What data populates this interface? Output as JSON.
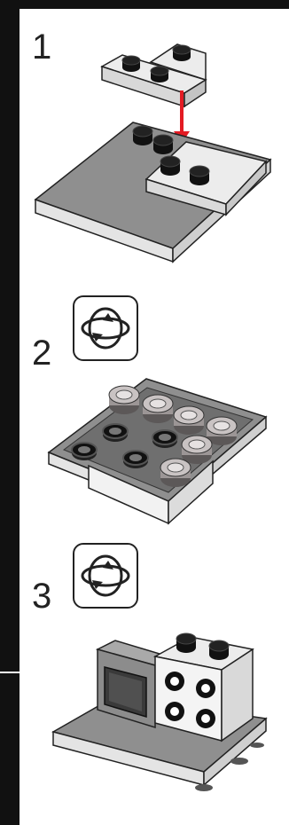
{
  "steps": [
    {
      "number": "1",
      "rotate": false
    },
    {
      "number": "2",
      "rotate": true
    },
    {
      "number": "3",
      "rotate": true
    }
  ],
  "icons": {
    "rotate": "rotate-model-icon",
    "arrow": "down-arrow-icon"
  },
  "colors": {
    "arrow": "#e31b23",
    "plate_dark": "#8a8a8a",
    "plate_light": "#ececec",
    "stud_black": "#1a1a1a",
    "background_strip": "#111111"
  }
}
